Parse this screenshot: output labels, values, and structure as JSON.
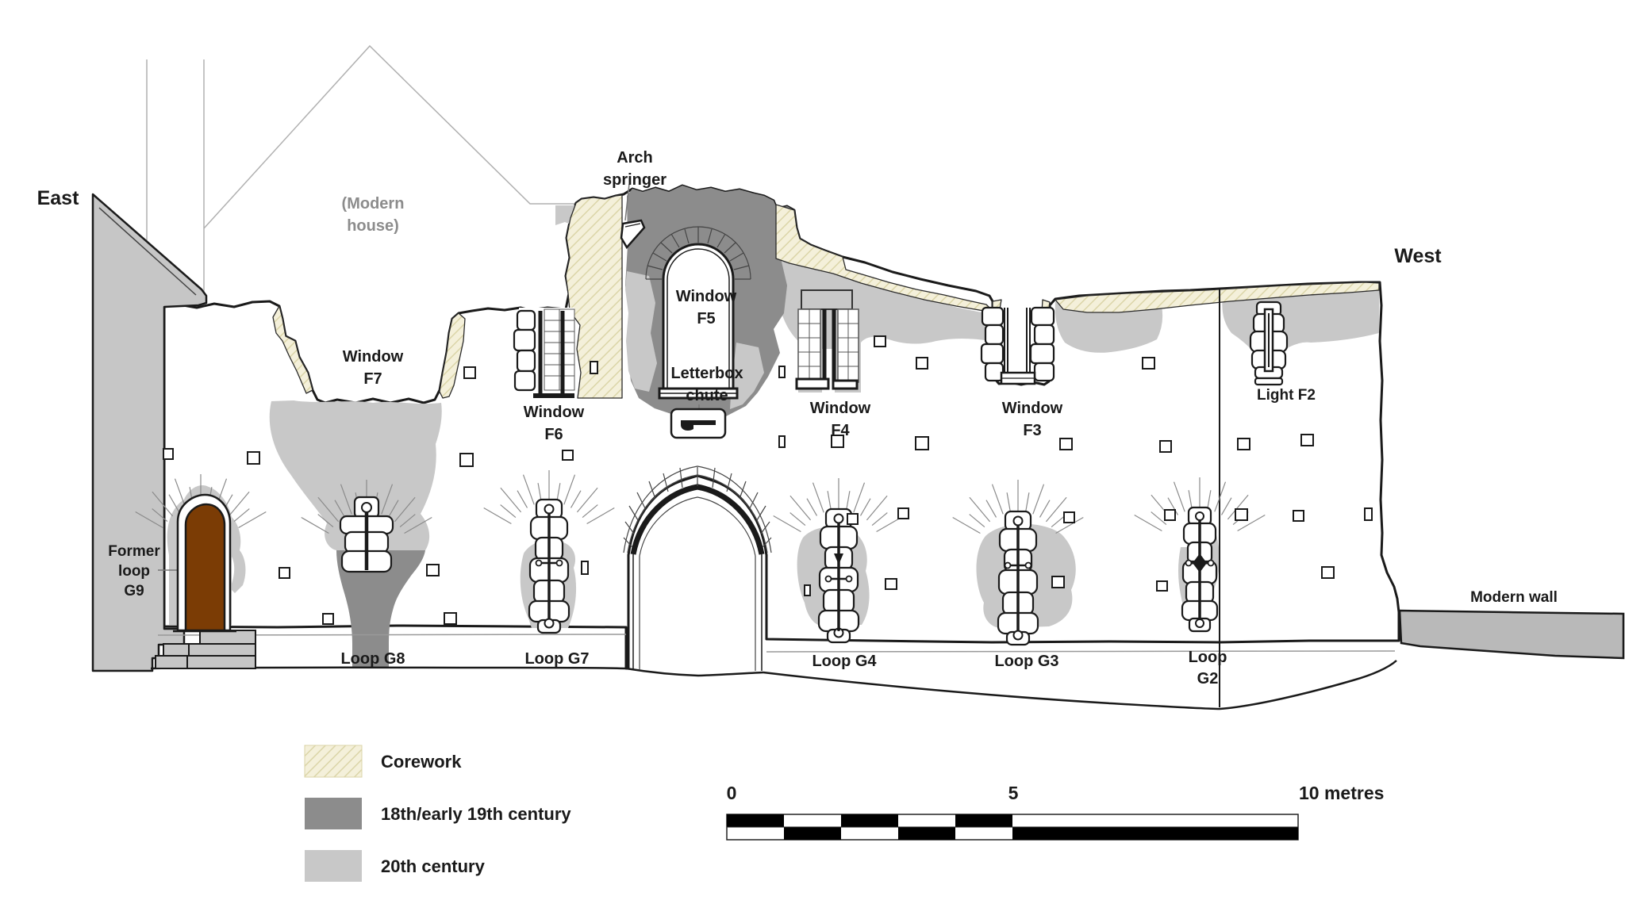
{
  "palette": {
    "corework_fill": "#f4f0da",
    "corework_hatch": "#dbd5a8",
    "c18_19_fill": "#8c8c8c",
    "c20_fill": "#c8c8c8",
    "modern_wall_fill": "#b9b9b9",
    "door_fill": "#7b3c05",
    "outline": "#1a1a1a"
  },
  "labels": {
    "east": "East",
    "west": "West",
    "modern_house_1": "(Modern",
    "modern_house_2": "house)",
    "arch_springer_1": "Arch",
    "arch_springer_2": "springer",
    "window_f7_1": "Window",
    "window_f7_2": "F7",
    "window_f6_1": "Window",
    "window_f6_2": "F6",
    "window_f5_1": "Window",
    "window_f5_2": "F5",
    "letterbox_1": "Letterbox",
    "letterbox_2": "chute",
    "window_f4_1": "Window",
    "window_f4_2": "F4",
    "window_f3_1": "Window",
    "window_f3_2": "F3",
    "light_f2": "Light F2",
    "former_loop_1": "Former",
    "former_loop_2": "loop",
    "former_loop_3": "G9",
    "loop_g8": "Loop G8",
    "loop_g7": "Loop G7",
    "loop_g4": "Loop G4",
    "loop_g3": "Loop G3",
    "loop_g2_1": "Loop",
    "loop_g2_2": "G2",
    "modern_wall": "Modern wall"
  },
  "legend": {
    "items": [
      {
        "label": "Corework",
        "swatch": "hatch",
        "fill": "#f4f0da",
        "hatch": "#dbd5a8"
      },
      {
        "label": "18th/early 19th century",
        "swatch": "solid",
        "fill": "#8c8c8c"
      },
      {
        "label": "20th century",
        "swatch": "solid",
        "fill": "#c8c8c8"
      }
    ]
  },
  "scale_bar": {
    "start_label": "0",
    "mid_label": "5",
    "end_label": "10 metres",
    "total_metres": 10,
    "checker_metres_each": 1,
    "checker_span": [
      0,
      5
    ],
    "solid_span": [
      5,
      10
    ]
  }
}
